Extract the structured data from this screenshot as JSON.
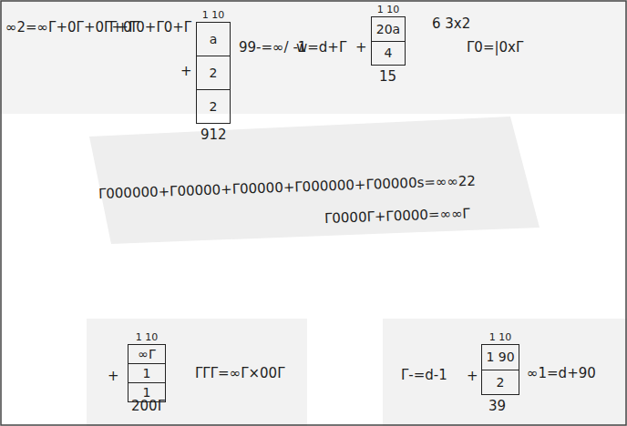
{
  "diagram": {
    "nodes": [
      {
        "text": [
          "1 10",
          "a",
          "2",
          "2"
        ]
      },
      {
        "text": [
          "1 10",
          "20a",
          "4"
        ]
      },
      {
        "text": [
          "1 10",
          "∞Γ",
          "1",
          "1"
        ]
      },
      {
        "text": [
          "1 10",
          "1 90",
          "2"
        ]
      }
    ],
    "labels": [
      "∞2=∞Γ+0Γ+0Γ+0Γ",
      "Γ+Γ0+Γ0+Γ",
      "+",
      "912",
      "99-=∞/ -1",
      "w=d+Γ",
      "+",
      "15",
      "6 3x2",
      "Γ0=|0xΓ",
      "Γ000000+Γ00000+Γ00000+Γ000000+Γ00000s=∞∞22",
      "Γ0000Γ+Γ0000=∞∞Γ",
      "+",
      "200Γ",
      "ΓΓΓ=∞Γ×00Γ",
      "Γ-=d-1",
      "+",
      "39",
      "∞1=d+90"
    ]
  }
}
